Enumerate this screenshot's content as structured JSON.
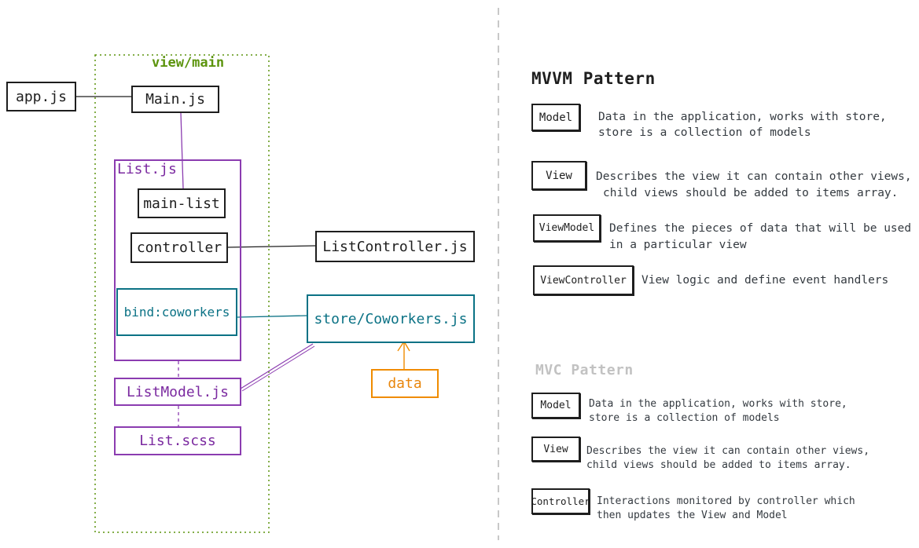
{
  "diagram": {
    "view_main_label": "view/main",
    "app_js": "app.js",
    "main_js": "Main.js",
    "list_js_label": "List.js",
    "main_list": "main-list",
    "controller": "controller",
    "list_controller_js": "ListController.js",
    "bind_coworkers": "bind:coworkers",
    "store_coworkers_js": "store/Coworkers.js",
    "data": "data",
    "list_model_js": "ListModel.js",
    "list_scss": "List.scss"
  },
  "mvvm": {
    "title": "MVVM Pattern",
    "items": [
      {
        "term": "Model",
        "desc_lines": [
          "Data in the application, works with store,",
          "store is a collection of models"
        ]
      },
      {
        "term": "View",
        "desc_lines": [
          "Describes the view it can contain other views,",
          "child views should be added to items array."
        ]
      },
      {
        "term": "ViewModel",
        "desc_lines": [
          "Defines the pieces of data that will be used",
          "in a particular view"
        ]
      },
      {
        "term": "ViewController",
        "desc_lines": [
          "View logic and define event handlers"
        ]
      }
    ]
  },
  "mvc": {
    "title": "MVC Pattern",
    "items": [
      {
        "term": "Model",
        "desc_lines": [
          "Data in the application, works with store,",
          "store is a collection of models"
        ]
      },
      {
        "term": "View",
        "desc_lines": [
          "Describes the view it can contain other views,",
          "child views should be added to items array."
        ]
      },
      {
        "term": "Controller",
        "desc_lines": [
          "Interactions monitored by controller which",
          "then updates the View and Model"
        ]
      }
    ]
  },
  "colors": {
    "ink": "#1e1e1e",
    "purple": "#8b3cb0",
    "teal": "#0b7285",
    "orange": "#f08c00",
    "olive": "#5c940d",
    "divider": "#c8c8c8",
    "muted_title": "#c2c2c2"
  }
}
